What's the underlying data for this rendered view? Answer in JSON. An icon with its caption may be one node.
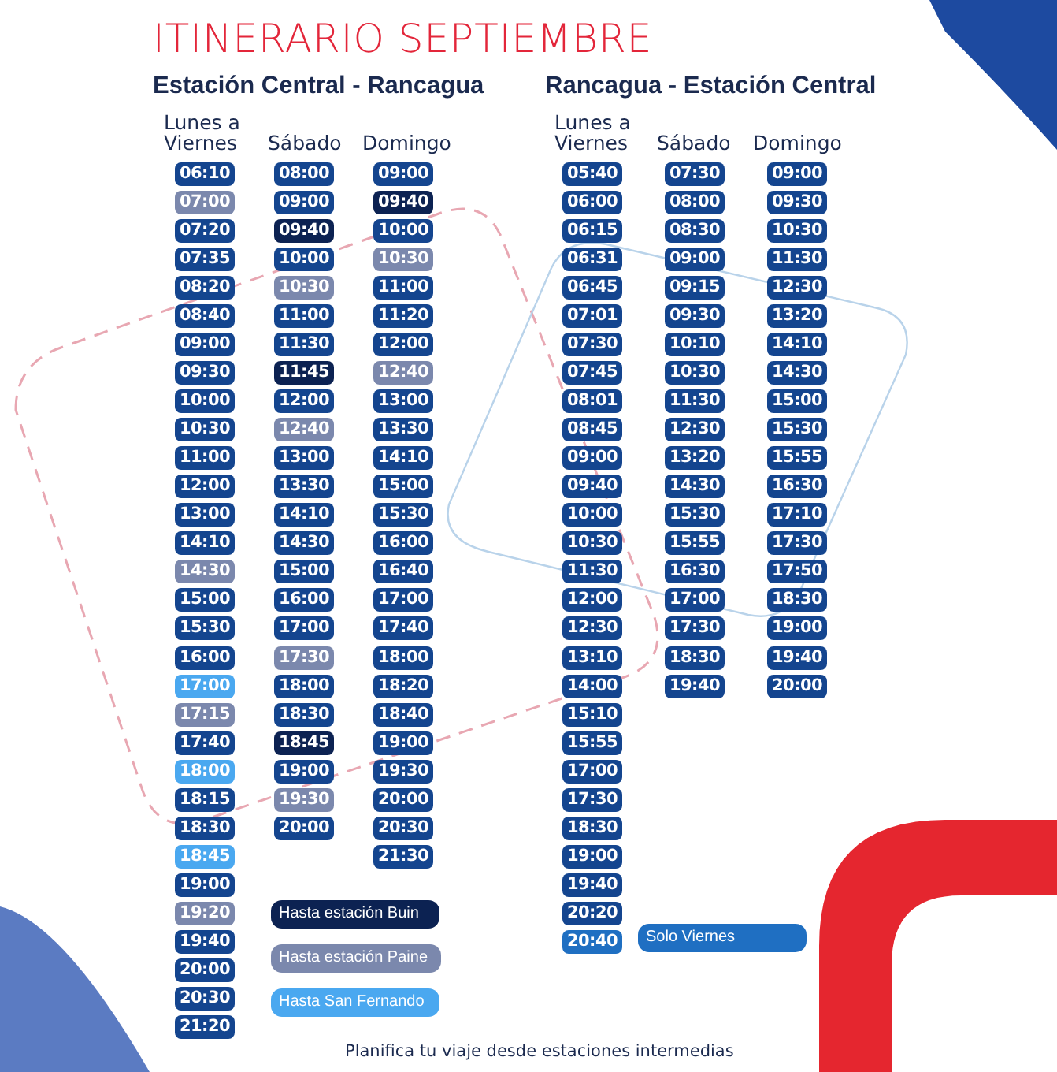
{
  "diagram": {
    "title": "ITINERARIO SEPTIEMBRE",
    "labels": [
      "Estación Central - Rancagua",
      "Lunes a Viernes",
      "Sábado",
      "Domingo",
      "06:10",
      "07:00",
      "07:20",
      "07:35",
      "08:20",
      "08:40",
      "09:00",
      "09:30",
      "10:00",
      "10:30",
      "11:00",
      "12:00",
      "13:00",
      "14:10",
      "14:30",
      "15:00",
      "15:30",
      "16:00",
      "17:00",
      "17:15",
      "17:40",
      "18:00",
      "18:15",
      "18:30",
      "18:45",
      "19:00",
      "19:20",
      "19:40",
      "20:00",
      "20:30",
      "21:20",
      "08:00",
      "09:00",
      "09:40",
      "10:00",
      "10:30",
      "11:00",
      "11:30",
      "11:45",
      "12:00",
      "12:40",
      "13:00",
      "13:30",
      "14:10",
      "14:30",
      "15:00",
      "16:00",
      "17:00",
      "17:30",
      "18:00",
      "18:30",
      "18:45",
      "19:00",
      "19:30",
      "20:00",
      "09:00",
      "09:40",
      "10:00",
      "10:30",
      "11:00",
      "11:20",
      "12:00",
      "12:40",
      "13:00",
      "13:30",
      "14:10",
      "15:00",
      "15:30",
      "16:00",
      "16:40",
      "17:00",
      "17:40",
      "18:00",
      "18:20",
      "18:40",
      "19:00",
      "19:30",
      "20:00",
      "20:30",
      "21:30",
      "Rancagua - Estación Central",
      "Lunes a Viernes",
      "Sábado",
      "Domingo",
      "05:40",
      "06:00",
      "06:15",
      "06:31",
      "06:45",
      "07:01",
      "07:30",
      "07:45",
      "08:01",
      "08:45",
      "09:00",
      "09:40",
      "10:00",
      "10:30",
      "11:30",
      "12:00",
      "12:30",
      "13:10",
      "14:00",
      "15:10",
      "15:55",
      "17:00",
      "17:30",
      "18:30",
      "19:00",
      "19:40",
      "20:20",
      "20:40",
      "07:30",
      "08:00",
      "08:30",
      "09:00",
      "09:15",
      "09:30",
      "10:10",
      "10:30",
      "11:30",
      "12:30",
      "13:20",
      "14:30",
      "15:30",
      "15:55",
      "16:30",
      "17:00",
      "17:30",
      "18:30",
      "19:40",
      "09:00",
      "09:30",
      "10:30",
      "11:30",
      "12:30",
      "13:20",
      "14:10",
      "14:30",
      "15:00",
      "15:30",
      "15:55",
      "16:30",
      "17:10",
      "17:30",
      "17:50",
      "18:30",
      "19:00",
      "19:40",
      "20:00",
      "Planifica tu viaje desde estaciones intermedias"
    ],
    "legend": [
      {
        "text": "Hasta estación Buin",
        "color": "#0c2252"
      },
      {
        "text": "Hasta estación Paine",
        "color": "#7b88ad"
      },
      {
        "text": "Hasta San Fernando",
        "color": "#4aa8f0"
      },
      {
        "text": "Solo Viernes",
        "color": "#1f6fc2"
      }
    ]
  }
}
